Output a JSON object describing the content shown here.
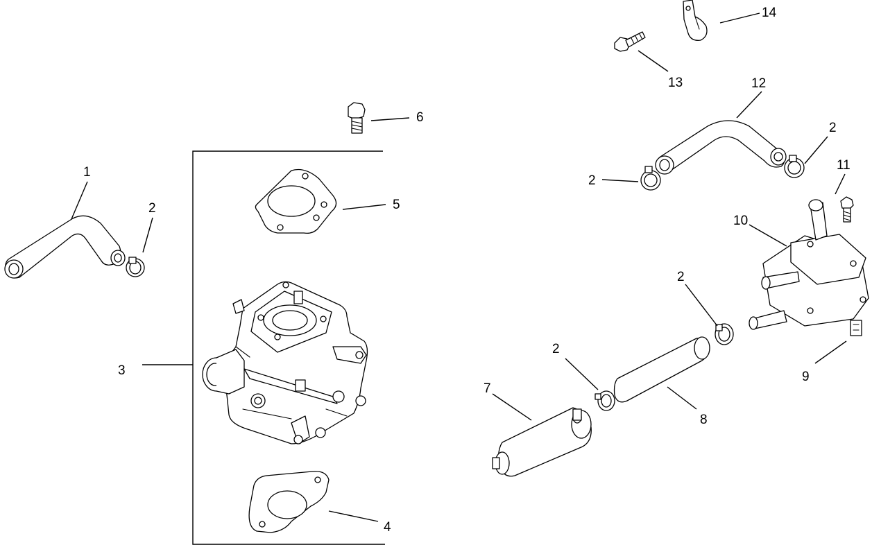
{
  "callouts": {
    "c1": "1",
    "c2a": "2",
    "c2b": "2",
    "c2c": "2",
    "c2d": "2",
    "c2e": "2",
    "c3": "3",
    "c4": "4",
    "c5": "5",
    "c6": "6",
    "c7": "7",
    "c8": "8",
    "c9": "9",
    "c10": "10",
    "c11": "11",
    "c12": "12",
    "c13": "13",
    "c14": "14"
  }
}
